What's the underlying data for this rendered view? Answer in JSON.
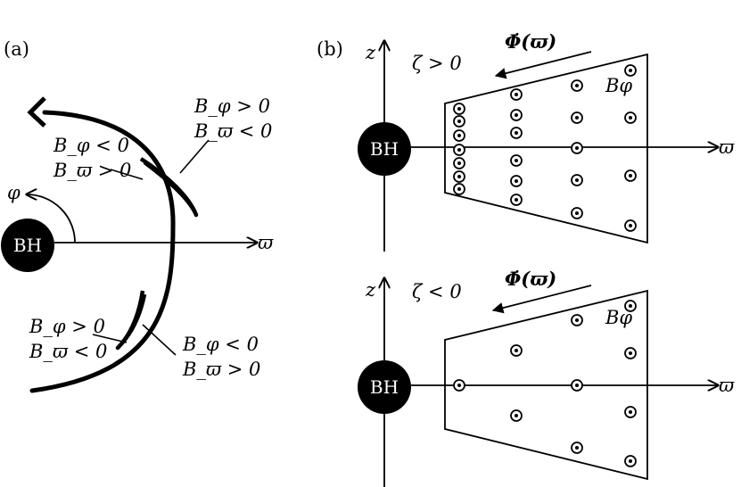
{
  "panel_a": {
    "label": "(a)",
    "bh": "BH",
    "phi": "φ",
    "varpi": "ϖ",
    "annotations": [
      {
        "line1": "B_φ > 0",
        "line2": "B_ϖ < 0"
      },
      {
        "line1": "B_φ < 0",
        "line2": "B_ϖ > 0"
      },
      {
        "line1": "B_φ > 0",
        "line2": "B_ϖ < 0"
      },
      {
        "line1": "B_φ < 0",
        "line2": "B_ϖ > 0"
      }
    ]
  },
  "panel_b": {
    "label": "(b)",
    "top": {
      "z": "z",
      "zeta": "ζ > 0",
      "flux": "Φ̇(ϖ)",
      "bphi": "Bφ",
      "bh": "BH",
      "varpi": "ϖ"
    },
    "bottom": {
      "z": "z",
      "zeta": "ζ < 0",
      "flux": "Φ̇(ϖ)",
      "bphi": "Bφ",
      "bh": "BH",
      "varpi": "ϖ"
    }
  },
  "colors": {
    "ink": "#000000",
    "paper": "#ffffff"
  },
  "icons": {
    "field_out_of_page": "circled-dot-icon"
  }
}
